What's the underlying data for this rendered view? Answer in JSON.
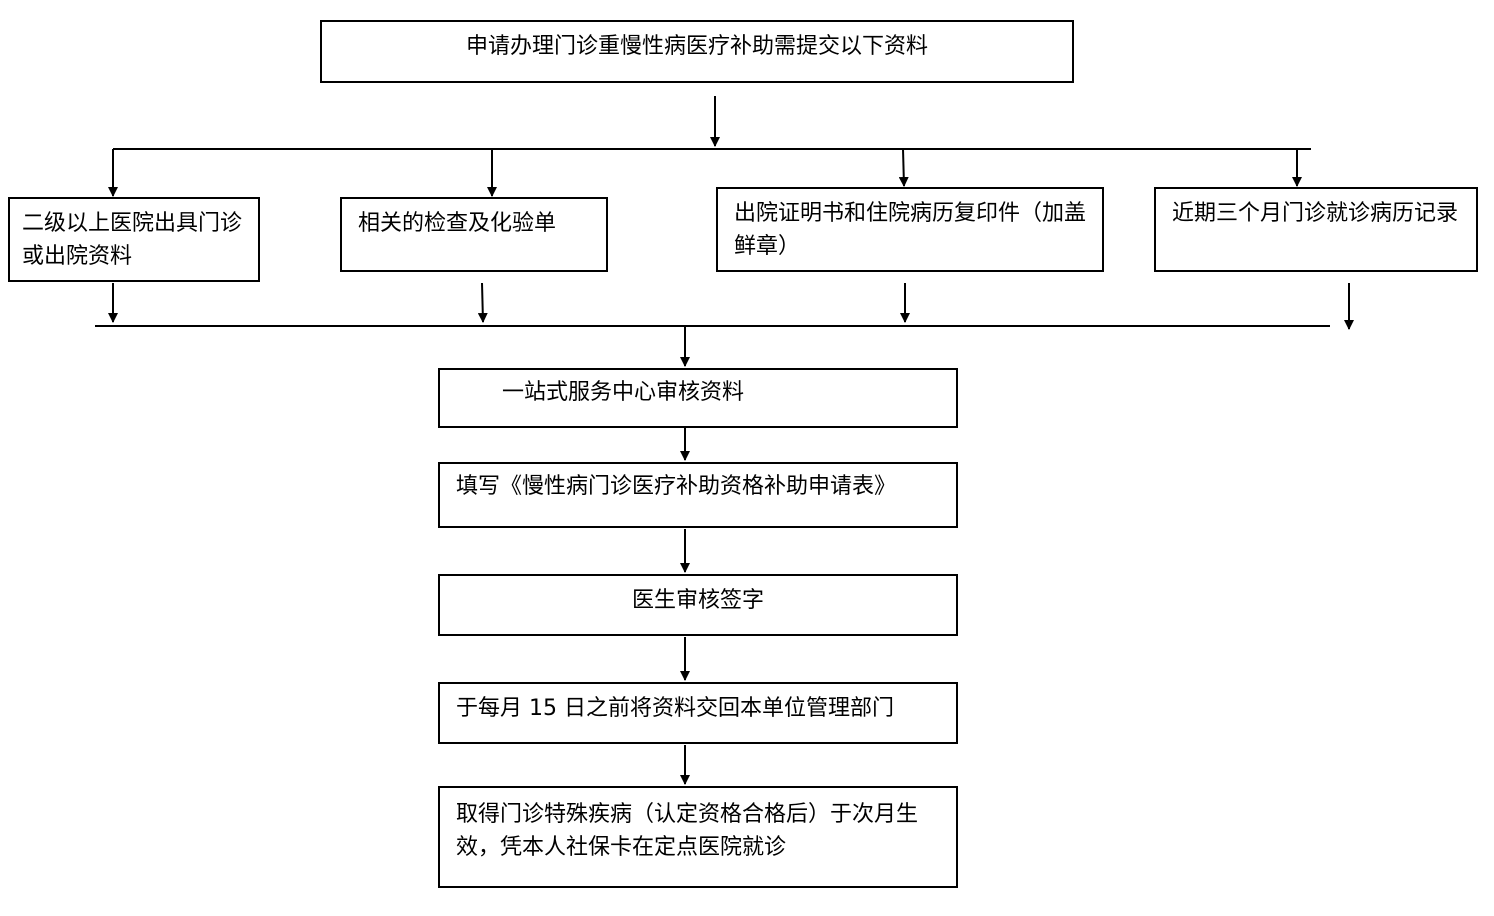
{
  "flowchart": {
    "title_box": "申请办理门诊重慢性病医疗补助需提交以下资料",
    "materials": [
      "二级以上医院出具门诊或出院资料",
      "相关的检查及化验单",
      "出院证明书和住院病历复印件（加盖鲜章）",
      "近期三个月门诊就诊病历记录"
    ],
    "steps": [
      "一站式服务中心审核资料",
      "填写《慢性病门诊医疗补助资格补助申请表》",
      "医生审核签字",
      "于每月 15 日之前将资料交回本单位管理部门",
      "取得门诊特殊疾病（认定资格合格后）于次月生效，凭本人社保卡在定点医院就诊"
    ]
  },
  "colors": {
    "line": "#000000",
    "box_border": "#000000",
    "background": "#ffffff"
  }
}
